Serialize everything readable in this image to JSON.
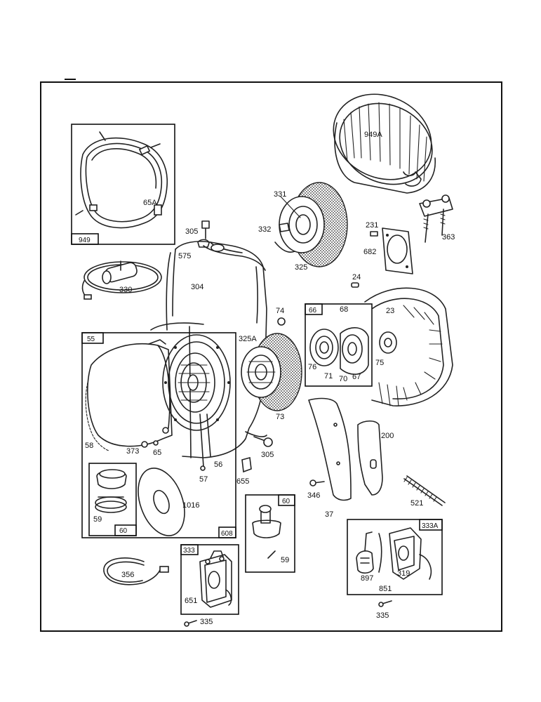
{
  "labels": {
    "l949a": "949A",
    "l331": "331",
    "l332": "332",
    "l325": "325",
    "l231": "231",
    "l682": "682",
    "l363": "363",
    "l24": "24",
    "l305a": "305",
    "l575": "575",
    "l304": "304",
    "l330": "330",
    "l65a": "65A",
    "l74": "74",
    "l68": "68",
    "l23": "23",
    "l76": "76",
    "l71": "71",
    "l70": "70",
    "l67": "67",
    "l75": "75",
    "l325a": "325A",
    "l73": "73",
    "l58": "58",
    "l373": "373",
    "l65": "65",
    "l56": "56",
    "l57": "57",
    "l305b": "305",
    "l655": "655",
    "l200": "200",
    "l346": "346",
    "l37": "37",
    "l521": "521",
    "l1016": "1016",
    "l59a": "59",
    "l59b": "59",
    "l356": "356",
    "l651": "651",
    "l335a": "335",
    "l897": "897",
    "l851": "851",
    "l319": "319",
    "l335b": "335"
  },
  "box_tags": {
    "t949": "949",
    "t55": "55",
    "t66": "66",
    "t60a": "60",
    "t608": "608",
    "t60b": "60",
    "t333": "333",
    "t333a": "333A"
  }
}
